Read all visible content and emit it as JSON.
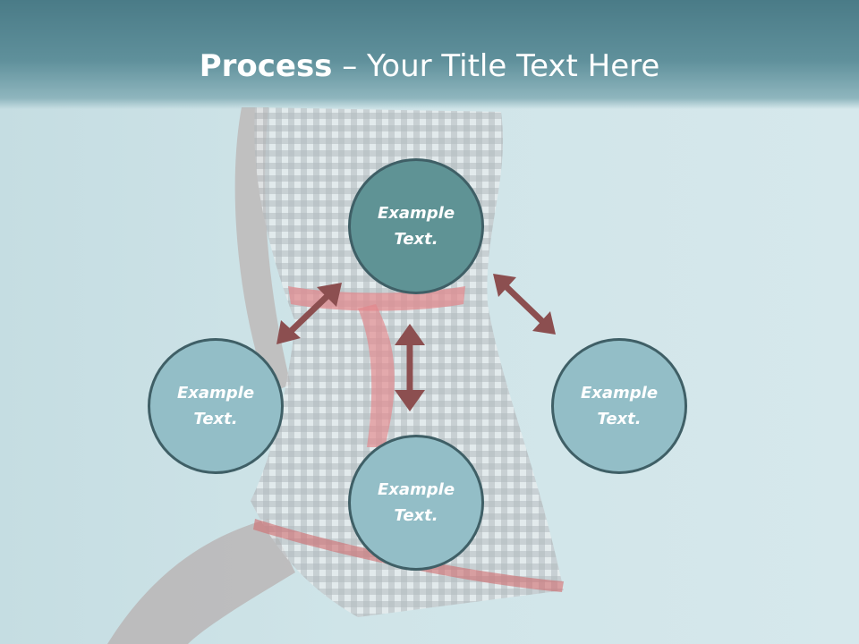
{
  "title": {
    "bold": "Process",
    "rest": " – Your Title Text Here"
  },
  "diagram": {
    "center_label": "Example\nText.",
    "left_label": "Example\nText.",
    "right_label": "Example\nText.",
    "bottom_label": "Example\nText."
  },
  "colors": {
    "header": "#5f909b",
    "center_circle": "#5f9395",
    "outer_circle": "#93bec7",
    "circle_border": "#3f5f66",
    "arrow": "#8c4f50",
    "background": "#cfe4e8"
  }
}
